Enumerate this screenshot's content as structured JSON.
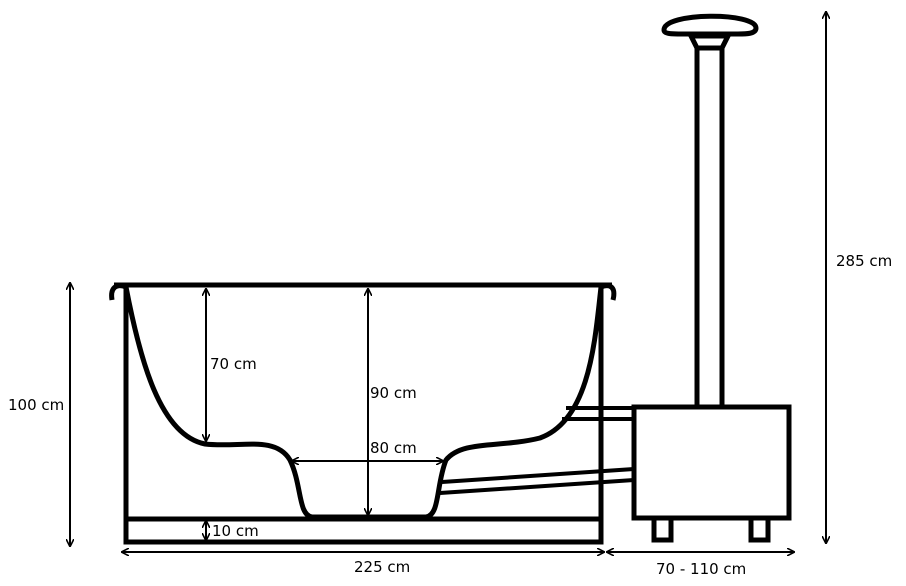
{
  "diagram": {
    "labels": {
      "overall_height": "100 cm",
      "seat_depth": "70 cm",
      "inner_depth": "90 cm",
      "footwell_width": "80 cm",
      "base_height": "10 cm",
      "tub_length": "225 cm",
      "stove_width": "70 - 110 cm",
      "chimney_height": "285 cm"
    },
    "colors": {
      "line": "#000000",
      "background": "#ffffff"
    }
  }
}
